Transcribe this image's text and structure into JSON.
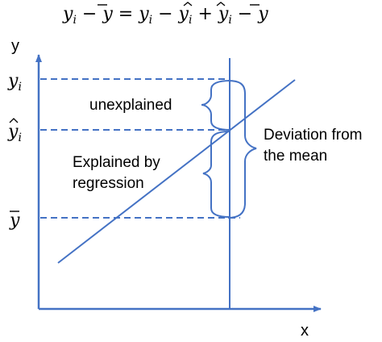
{
  "equation": {
    "lhs": "y",
    "lhs_sub": "i",
    "minus1": " − ",
    "ybar": "y",
    "equals": " = ",
    "t1": "y",
    "t1_sub": "i",
    "minus2": " − ",
    "t2": "y",
    "t2_sub": "i",
    "plus": " + ",
    "t3": "y",
    "t3_sub": "i",
    "minus3": " − ",
    "t4": "y"
  },
  "axes": {
    "y_label": "y",
    "x_label": "x"
  },
  "ticks": {
    "yi": {
      "base": "y",
      "sub": "i"
    },
    "yhat_i": {
      "base": "y",
      "sub": "i"
    },
    "ybar": {
      "base": "y"
    }
  },
  "labels": {
    "unexplained": "unexplained",
    "explained_line1": "Explained by",
    "explained_line2": "regression",
    "deviation_line1": "Deviation from",
    "deviation_line2": "the mean"
  },
  "colors": {
    "axis": "#4472C4",
    "line": "#4472C4",
    "dashes": "#4472C4",
    "braces": "#4472C4",
    "text": "#000000"
  }
}
